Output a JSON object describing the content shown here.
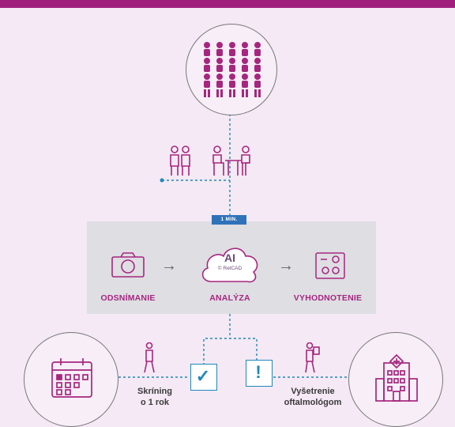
{
  "header": {
    "color": "#a01f7d"
  },
  "badge": {
    "text": "1 MIN."
  },
  "steps": [
    {
      "label": "ODSNÍMANIE",
      "icon": "camera-icon"
    },
    {
      "label": "ANALÝZA",
      "icon": "ai-cloud-icon"
    },
    {
      "label": "VYHODNOTENIE",
      "icon": "results-panel-icon"
    }
  ],
  "cloud": {
    "title": "AI",
    "subtitle": "© RetCAD"
  },
  "outcomes": {
    "left": {
      "line1": "Skríning",
      "line2": "o 1 rok",
      "icon": "checkmark-document-icon"
    },
    "right": {
      "line1": "Vyšetrenie",
      "line2": "oftalmológom",
      "icon": "exclamation-document-icon"
    }
  },
  "icons": {
    "top": "crowd-icon",
    "middle": "patients-consultation-icon",
    "bottom_left": "calendar-icon",
    "bottom_right": "hospital-icon",
    "walker_left": "walking-person-icon",
    "walker_right": "person-with-document-icon"
  },
  "colors": {
    "accent": "#a6267f",
    "badge": "#2f72b9",
    "lines": "#1f88b8",
    "background": "#f4e9f4"
  },
  "arrows": {
    "glyph": "→"
  },
  "doc_marks": {
    "check": "✓",
    "warning": "!"
  }
}
